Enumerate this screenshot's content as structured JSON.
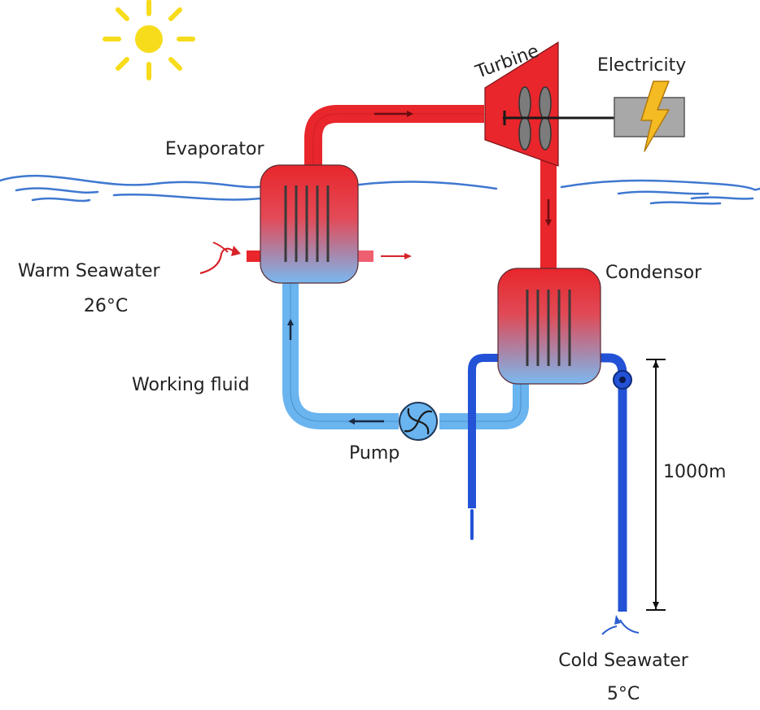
{
  "labels": {
    "turbine": "Turbine",
    "electricity": "Electricity",
    "evaporator": "Evaporator",
    "condensor": "Condensor",
    "warm_seawater": "Warm Seawater",
    "warm_temp": "26°C",
    "working_fluid": "Working fluid",
    "pump": "Pump",
    "depth": "1000m",
    "cold_seawater": "Cold Seawater",
    "cold_temp": "5°C"
  },
  "colors": {
    "hot_pipe": "#e8262b",
    "cold_pipe": "#6ab4ef",
    "deep_water_pipe": "#2352d6",
    "wave": "#3f78d0",
    "sun": "#f7dc1b",
    "lightning": "#f5bb22",
    "generator_box": "#a8a8a8",
    "warm_arrow": "#d8232a",
    "cold_arrow": "#2b5fd1"
  }
}
